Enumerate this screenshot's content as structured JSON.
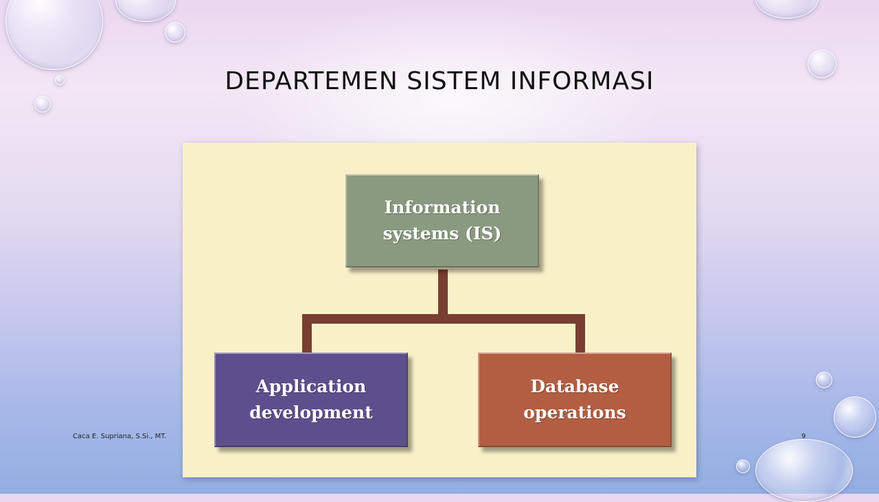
{
  "slide": {
    "title": "DEPARTEMEN SISTEM INFORMASI",
    "footer_author": "Caca E. Supriana, S.Si., MT.",
    "page_number": "9"
  },
  "diagram": {
    "root": {
      "label": "Information\nsystems (IS)",
      "color": "#8a9a80"
    },
    "children": [
      {
        "label": "Application\ndevelopment",
        "color": "#5e4f8c"
      },
      {
        "label": "Database\noperations",
        "color": "#b35e42"
      }
    ],
    "panel_color": "#faf0c8",
    "connector_color": "#7a3e30"
  }
}
